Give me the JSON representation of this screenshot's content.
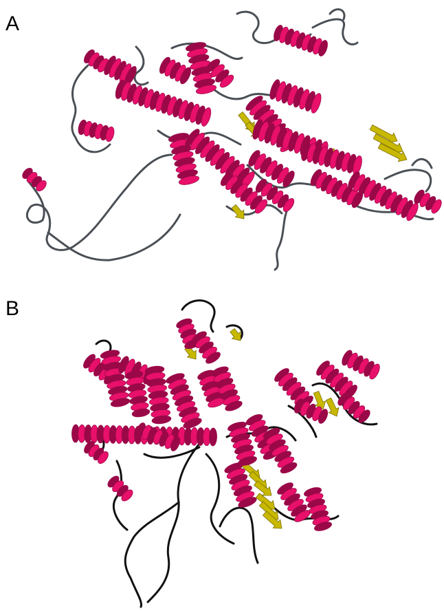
{
  "figure": {
    "panels": [
      {
        "label": "A",
        "content": "protein-ribbon-structure"
      },
      {
        "label": "B",
        "content": "protein-ribbon-structure"
      }
    ]
  },
  "colors": {
    "helix": "#e8106a",
    "helix_dark": "#9a0848",
    "strand": "#c8b800",
    "coil_a": "#4a4f56",
    "coil_b": "#111111"
  }
}
